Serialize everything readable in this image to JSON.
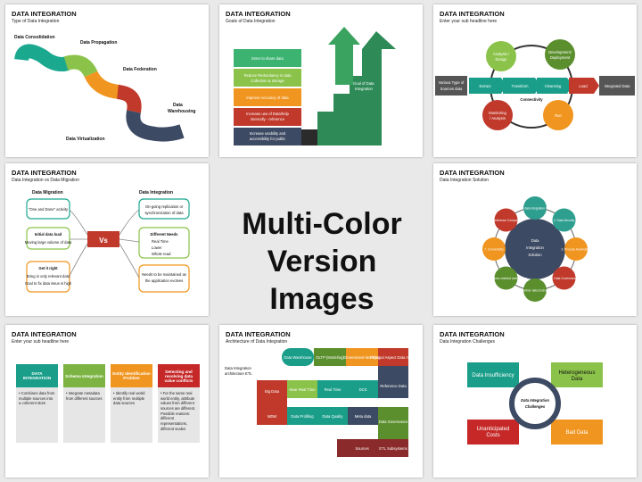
{
  "center": {
    "line1": "Multi-Color",
    "line2": "Version Images"
  },
  "s1": {
    "title": "DATA INTEGRATION",
    "subtitle": "Type of Data Integration",
    "labels": [
      "Data Consolidation",
      "Data Propagation",
      "Data Federation",
      "Data Warehousing",
      "Data Virtualization"
    ]
  },
  "s2": {
    "title": "DATA INTEGRATION",
    "subtitle": "Goals of Data Integration",
    "bars": [
      "Enter to share data",
      "Reduce Redundancy in data Collection & storage",
      "Improve Accuracy of data",
      "Increase use of Data/help internally - reference, decisions, analysis, public input",
      "Increase usability and accessibility for public Future web interface"
    ],
    "arrow_label": "Goal of Data Integration"
  },
  "s3": {
    "title": "DATA INTEGRATION",
    "subtitle": "Enter your sub headline here",
    "left": "Various Type of Sources data",
    "right": "Integrated Data",
    "flow": [
      "Extract",
      "Transform",
      "Cleansing",
      "Load"
    ],
    "circles": [
      "Analysis / Design",
      "Development / Deployment",
      "Monitoring / Analysis",
      "Run"
    ],
    "center": "Connectivity"
  },
  "s4": {
    "title": "DATA INTEGRATION",
    "subtitle": "Data Integration vs Data Migration",
    "left_head": "Data Migration",
    "right_head": "Data Integration",
    "vs": "Vs",
    "l1": "\"One and Done\" activity",
    "l2_head": "Initial data load",
    "l2": "Moving large volume of data",
    "l3_head": "Get it right",
    "l3a": "Bring in only relevant data",
    "l3b": "Goal to fix data issue is high",
    "r1": "On-going replication or synchronization of data",
    "r2_head": "Different Needs",
    "r2a": "Real Time",
    "r2b": "Lower",
    "r2c": "Whole read",
    "r3": "Needs to be maintained as the application evolves"
  },
  "s5": {
    "title": "DATA INTEGRATION",
    "subtitle": "Data Integration Solution",
    "center": [
      "Data",
      "Integration",
      "Solution"
    ],
    "nodes": [
      "1. Real data Integration Support",
      "2. Data Security",
      "3. Process Automation",
      "4. Data Governance",
      "5. Partner data Exchange",
      "6. Services oriented architecture",
      "7. Connectivity",
      "8. Reference Component"
    ],
    "colors": [
      "#2e9e8f",
      "#2e9e8f",
      "#f0951f",
      "#c0392b",
      "#5b8f2e",
      "#5b8f2e",
      "#f0951f",
      "#c0392b"
    ]
  },
  "s6": {
    "title": "DATA INTEGRATION",
    "subtitle": "Enter your sub headline here",
    "cols": [
      {
        "head": "DATA INTEGRATION",
        "text": "Combines data from multiple sources into a coherent store"
      },
      {
        "head": "Schema Integration",
        "text": "Integrate metadata from different sources"
      },
      {
        "head": "Entity Identification Problem",
        "text": "Identify real world entity from multiple data sources"
      },
      {
        "head": "Detecting and resolving data value conflicts",
        "text": "For the same real world entity, attribute values from different sources are different. Possible reasons: different representations, different scales"
      }
    ],
    "colors": [
      "#1a9e8a",
      "#7cb342",
      "#f0951f",
      "#c62828"
    ]
  },
  "s7": {
    "title": "DATA INTEGRATION",
    "subtitle": "Architecture of Data Integration",
    "side": "Data Integration architecture ETL",
    "row1": [
      "Data Warehouse",
      "OLTP (Modeling)",
      "Dimensional Modeling",
      "Physical Aspect Data model"
    ],
    "row2": [
      "Big Data",
      "Near Real Time",
      "Real Time",
      "DCS",
      "Reference Data"
    ],
    "row3": [
      "MDM",
      "Data Profiling",
      "Data Quality",
      "Meta data",
      "Data Governance"
    ],
    "row4": [
      "Sources",
      "ETL Subsystems"
    ]
  },
  "s8": {
    "title": "DATA INTEGRATION",
    "subtitle": "Data Integration Challenges",
    "boxes": [
      "Data Insufficiency",
      "Heterogeneous Data",
      "Unanticipated Costs",
      "Bad Data"
    ],
    "center": [
      "Data Integration",
      "Challenges"
    ],
    "colors": [
      "#1a9e8a",
      "#8bc34a",
      "#c62828",
      "#f0951f"
    ]
  }
}
